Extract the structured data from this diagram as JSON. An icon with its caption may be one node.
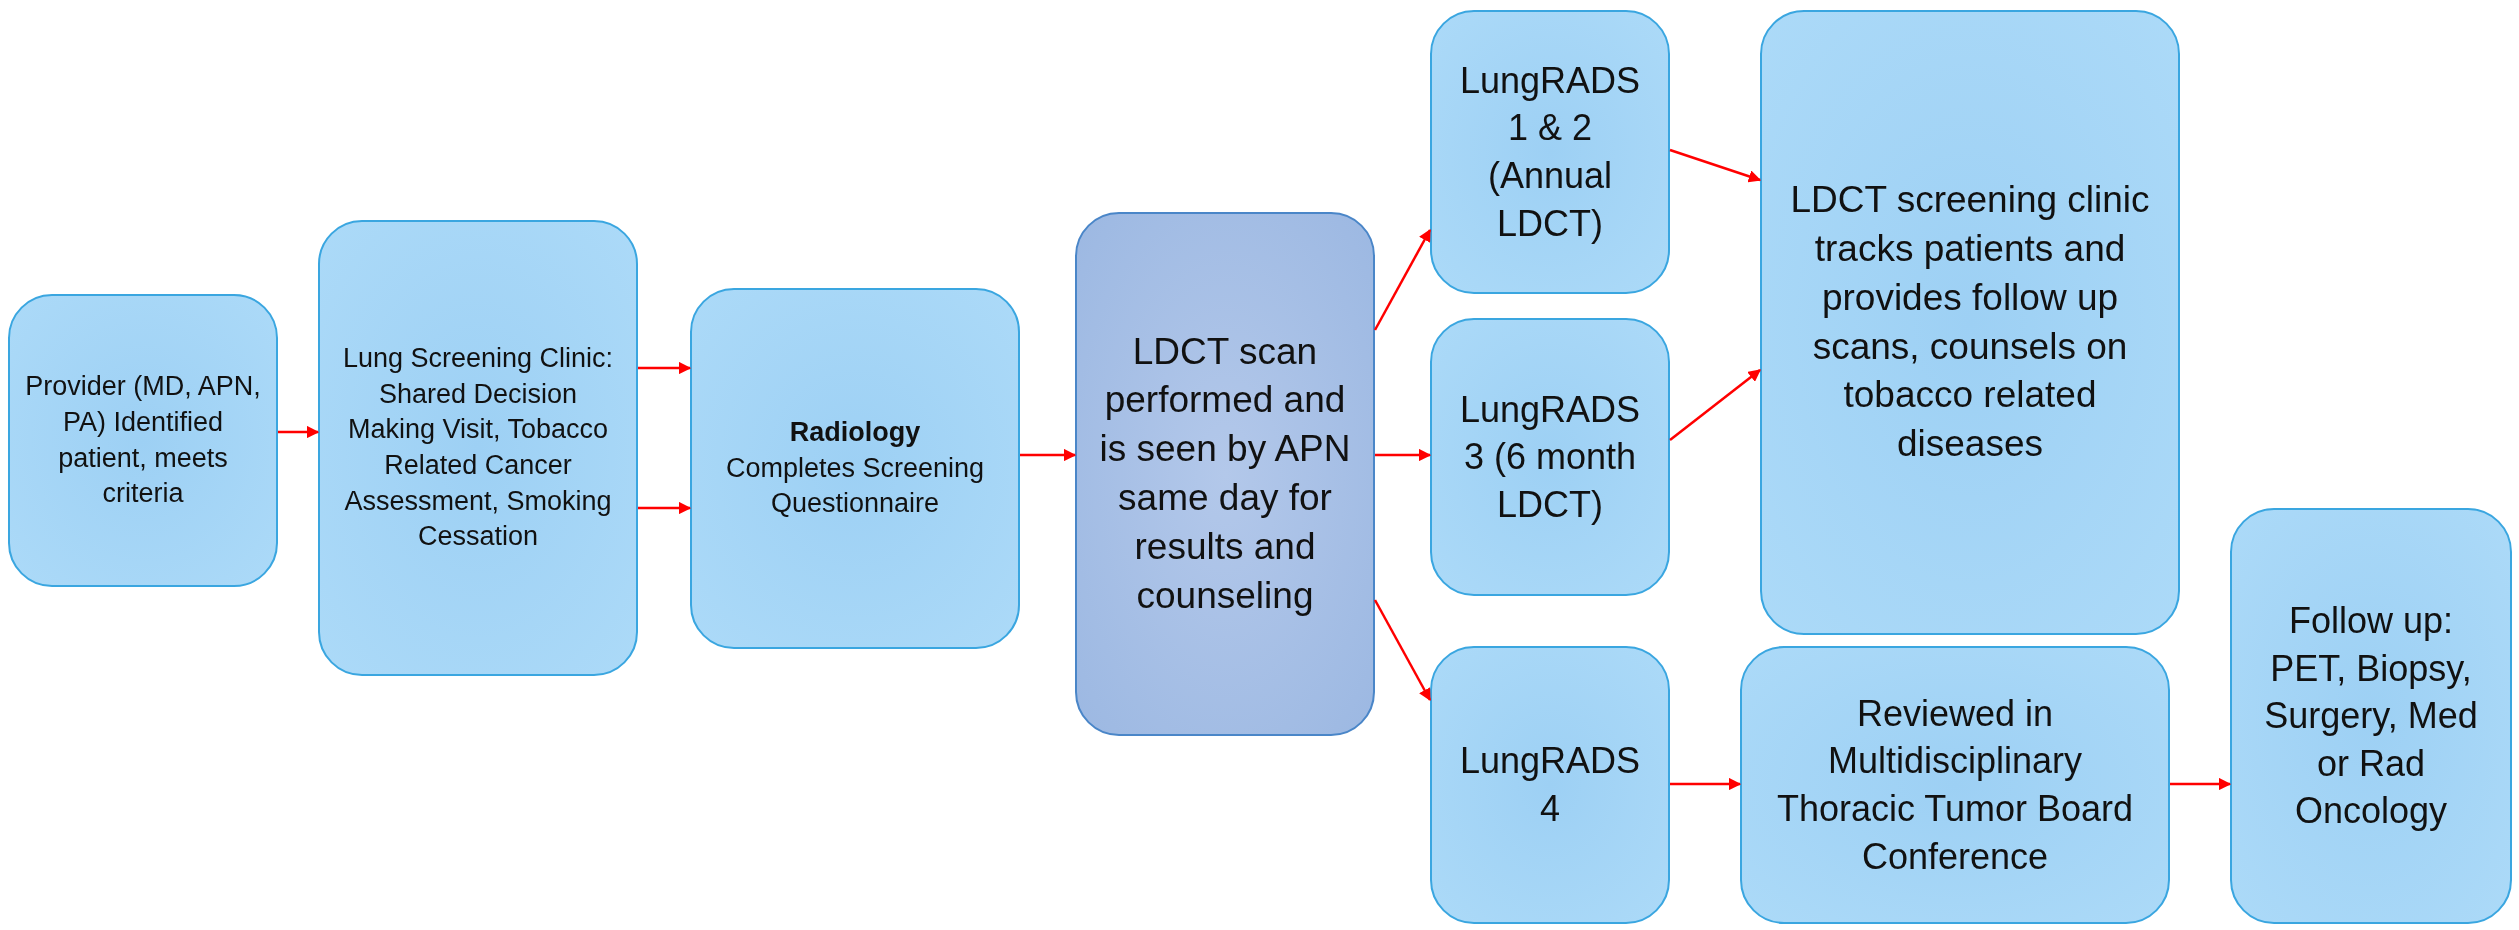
{
  "diagram": {
    "nodes": [
      {
        "text": [
          "Provider (MD, APN, PA) Identified patient, meets criteria"
        ]
      },
      {
        "text": [
          "Lung Screening Clinic: Shared Decision Making Visit, Tobacco Related Cancer Assessment, Smoking Cessation"
        ]
      },
      {
        "text": [
          "Radiology",
          "Completes Screening Questionnaire"
        ]
      },
      {
        "text": [
          "LDCT scan performed and is seen by APN same day for results and counseling"
        ]
      },
      {
        "text": [
          "LungRADS 1 & 2 (Annual LDCT)"
        ]
      },
      {
        "text": [
          "LungRADS 3 (6 month LDCT)"
        ]
      },
      {
        "text": [
          "LungRADS 4"
        ]
      },
      {
        "text": [
          "LDCT screening clinic tracks patients and provides follow up scans, counsels on tobacco related diseases"
        ]
      },
      {
        "text": [
          "Reviewed in Multidisciplinary Thoracic Tumor Board Conference"
        ]
      },
      {
        "text": [
          "Follow up: PET, Biopsy, Surgery, Med or Rad Oncology"
        ]
      }
    ],
    "edges": [
      {
        "from": 0,
        "to": 1,
        "arrow": "to"
      },
      {
        "from": 1,
        "to": 2,
        "arrow": "to"
      },
      {
        "from": 1,
        "to": 2,
        "arrow": "to"
      },
      {
        "from": 2,
        "to": 3,
        "arrow": "to"
      },
      {
        "from": 3,
        "to": 4,
        "arrow": "to"
      },
      {
        "from": 3,
        "to": 5,
        "arrow": "to"
      },
      {
        "from": 3,
        "to": 6,
        "arrow": "to"
      },
      {
        "from": 4,
        "to": 7,
        "arrow": "to"
      },
      {
        "from": 5,
        "to": 7,
        "arrow": "to"
      },
      {
        "from": 6,
        "to": 8,
        "arrow": "to"
      },
      {
        "from": 8,
        "to": 9,
        "arrow": "to"
      }
    ]
  }
}
